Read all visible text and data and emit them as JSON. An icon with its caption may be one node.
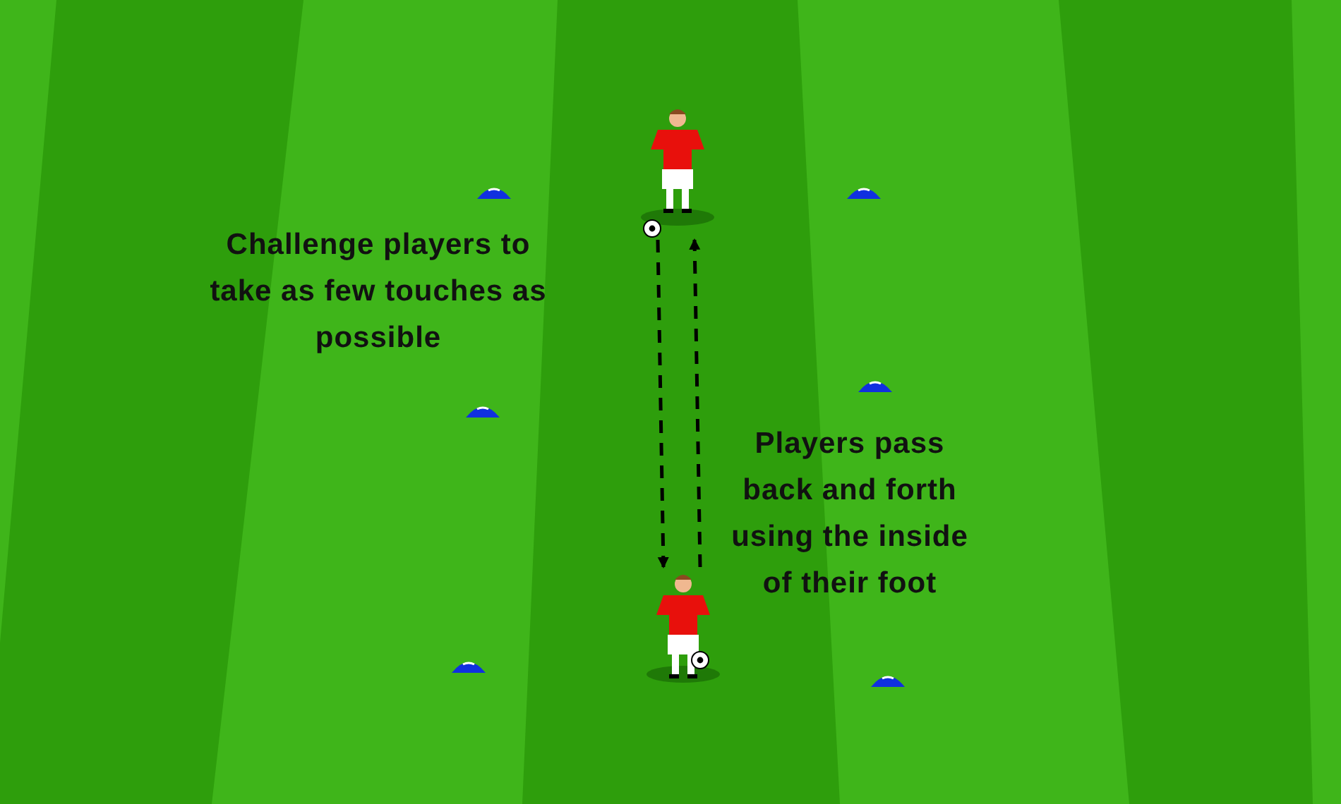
{
  "diagram": {
    "nodes": [
      {
        "text": [],
        "shape": "picture"
      },
      {
        "text": [],
        "shape": "picture"
      }
    ],
    "edges": [
      {
        "from": 0,
        "to": 1,
        "arrow": "to",
        "style": "dashed"
      },
      {
        "from": 1,
        "to": 0,
        "arrow": "to",
        "style": "dashed"
      }
    ],
    "labels": [
      "Challenge players to take as few touches as possible",
      "Players pass back and forth using the inside of their foot"
    ]
  }
}
